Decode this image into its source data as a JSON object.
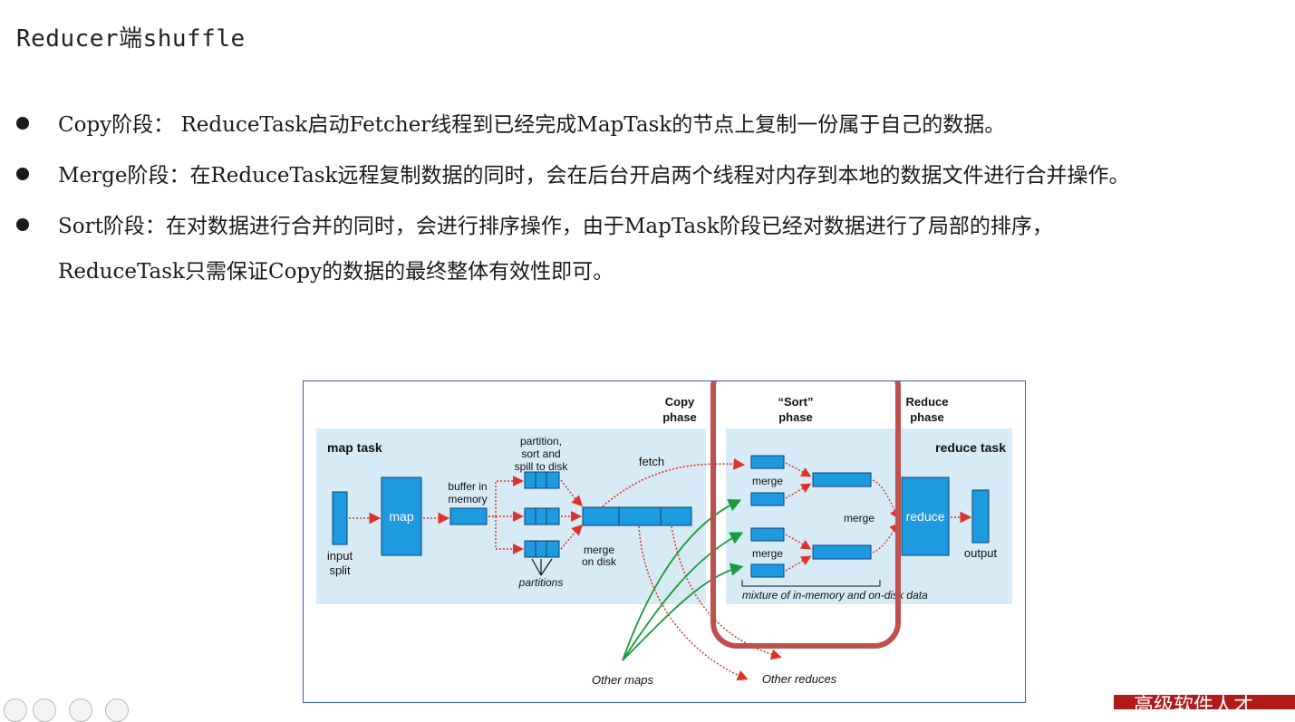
{
  "title": "Reducer端shuffle",
  "bullets": [
    {
      "text": "Copy阶段： ReduceTask启动Fetcher线程到已经完成MapTask的节点上复制一份属于自己的数据。"
    },
    {
      "text": "Merge阶段：在ReduceTask远程复制数据的同时，会在后台开启两个线程对内存到本地的数据文件进行合并操作。"
    },
    {
      "text": "Sort阶段：在对数据进行合并的同时，会进行排序操作，由于MapTask阶段已经对数据进行了局部的排序，"
    },
    {
      "text": "ReduceTask只需保证Copy的数据的最终整体有效性即可。"
    }
  ],
  "diagram": {
    "copy_phase": [
      "Copy",
      "phase"
    ],
    "sort_phase": [
      "“Sort”",
      "phase"
    ],
    "reduce_phase": [
      "Reduce",
      "phase"
    ],
    "map_task": "map task",
    "reduce_task": "reduce task",
    "input_split": [
      "input",
      "split"
    ],
    "map": "map",
    "buffer": [
      "buffer in",
      "memory"
    ],
    "partition": [
      "partition,",
      "sort and",
      "spill to disk"
    ],
    "partitions": "partitions",
    "merge_on_disk": [
      "merge",
      "on disk"
    ],
    "fetch": "fetch",
    "merge1": "merge",
    "merge2": "merge",
    "merge3": "merge",
    "reduce": "reduce",
    "output": "output",
    "mixture": "mixture of in-memory and on-disk data",
    "other_maps": "Other maps",
    "other_reduces": "Other reduces"
  },
  "footer_text": "高级软件人才",
  "colors": {
    "panel": "#d6ebf6",
    "box": "#1e9be0",
    "box_stroke": "#0d3f6e",
    "red_arrow": "#e0322c",
    "green_arrow": "#1a9a3a",
    "highlight": "#c0504d"
  }
}
